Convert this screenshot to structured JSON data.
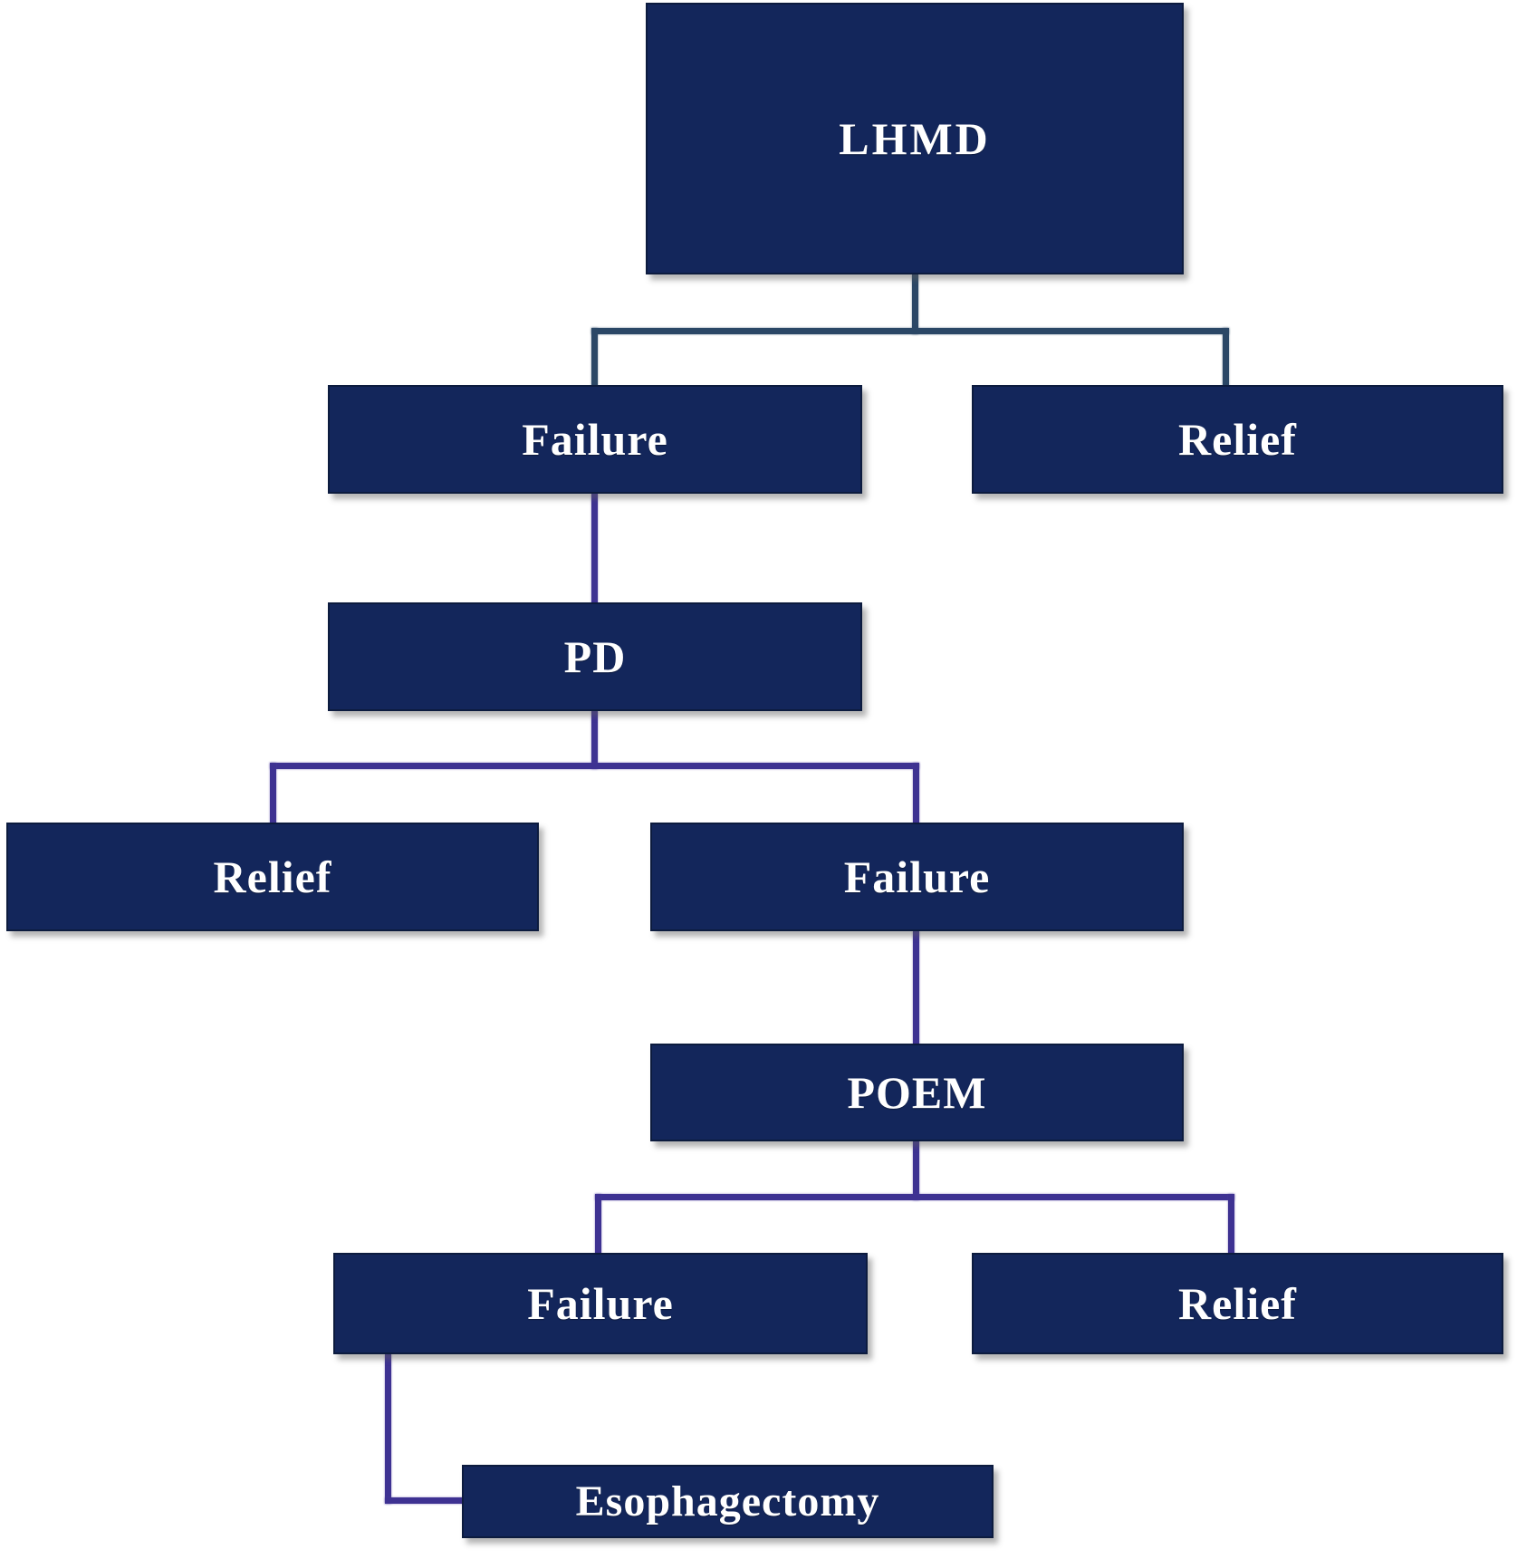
{
  "diagram": {
    "type": "flowchart",
    "description": "Treatment algorithm flowchart",
    "nodes": [
      {
        "id": "lhmd",
        "label": "LHMD"
      },
      {
        "id": "failure-1",
        "label": "Failure"
      },
      {
        "id": "relief-1",
        "label": "Relief"
      },
      {
        "id": "pd",
        "label": "PD"
      },
      {
        "id": "relief-2",
        "label": "Relief"
      },
      {
        "id": "failure-2",
        "label": "Failure"
      },
      {
        "id": "poem",
        "label": "POEM"
      },
      {
        "id": "failure-3",
        "label": "Failure"
      },
      {
        "id": "relief-3",
        "label": "Relief"
      },
      {
        "id": "esophagectomy",
        "label": "Esophagectomy"
      }
    ],
    "edges": [
      {
        "from": "lhmd",
        "to": "failure-1"
      },
      {
        "from": "lhmd",
        "to": "relief-1"
      },
      {
        "from": "failure-1",
        "to": "pd"
      },
      {
        "from": "pd",
        "to": "relief-2"
      },
      {
        "from": "pd",
        "to": "failure-2"
      },
      {
        "from": "failure-2",
        "to": "poem"
      },
      {
        "from": "poem",
        "to": "failure-3"
      },
      {
        "from": "poem",
        "to": "relief-3"
      },
      {
        "from": "failure-3",
        "to": "esophagectomy"
      }
    ],
    "colors": {
      "background": "#ffffff",
      "node_fill": "#13265b",
      "node_border": "#0c1b3e",
      "node_text": "#ffffff",
      "edge_primary": "#2b4766",
      "edge_secondary": "#3e3292"
    }
  }
}
